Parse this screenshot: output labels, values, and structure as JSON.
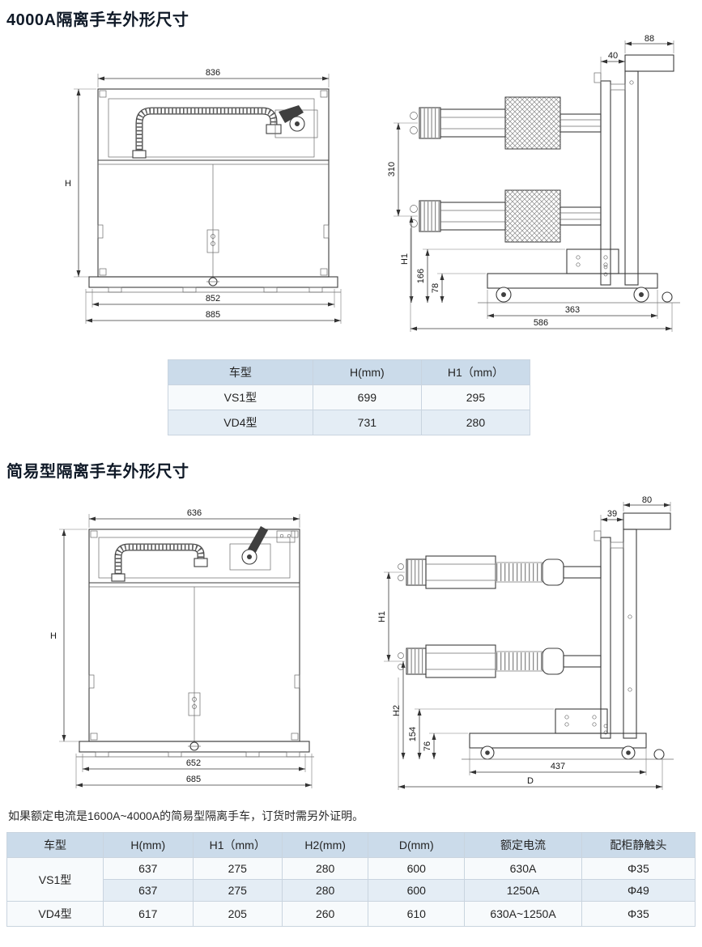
{
  "colors": {
    "table_header_bg": "#cbdbea",
    "table_alt_row_bg": "#e4edf5",
    "title_color": "#101a28",
    "line_color": "#3c3c3c"
  },
  "section1": {
    "title": "4000A隔离手车外形尺寸",
    "front_view": {
      "dim_top": "836",
      "dim_left": "H",
      "dim_bottom_inner": "852",
      "dim_bottom_outer": "885"
    },
    "side_view": {
      "dim_top_left": "40",
      "dim_top_right": "88",
      "dim_pole_span": "310",
      "dim_h1": "H1",
      "dim_166": "166",
      "dim_78": "78",
      "dim_base": "363",
      "dim_depth": "586"
    },
    "table": {
      "headers": [
        "车型",
        "H(mm)",
        "H1（mm）"
      ],
      "rows": [
        {
          "model": "VS1型",
          "h": "699",
          "h1": "295"
        },
        {
          "model": "VD4型",
          "h": "731",
          "h1": "280"
        }
      ]
    }
  },
  "section2": {
    "title": "简易型隔离手车外形尺寸",
    "front_view": {
      "dim_top": "636",
      "dim_left": "H",
      "dim_bottom_inner": "652",
      "dim_bottom_outer": "685"
    },
    "side_view": {
      "dim_top_left": "39",
      "dim_top_right": "80",
      "dim_h1": "H1",
      "dim_h2": "H2",
      "dim_154": "154",
      "dim_76": "76",
      "dim_base": "437",
      "dim_depth": "D"
    },
    "note": "如果额定电流是1600A~4000A的简易型隔离手车，订货时需另外证明。",
    "table": {
      "headers": [
        "车型",
        "H(mm)",
        "H1（mm）",
        "H2(mm)",
        "D(mm)",
        "额定电流",
        "配柜静触头"
      ],
      "row1": {
        "model": "VS1型",
        "h": "637",
        "h1": "275",
        "h2": "280",
        "d": "600",
        "current": "630A",
        "contact": "Φ35"
      },
      "row2": {
        "h": "637",
        "h1": "275",
        "h2": "280",
        "d": "600",
        "current": "1250A",
        "contact": "Φ49"
      },
      "row3": {
        "model": "VD4型",
        "h": "617",
        "h1": "205",
        "h2": "260",
        "d": "610",
        "current": "630A~1250A",
        "contact": "Φ35"
      }
    }
  }
}
